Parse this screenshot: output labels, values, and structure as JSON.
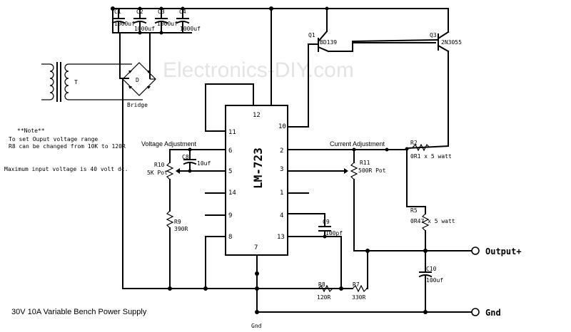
{
  "title": "30V 10A Variable Bench Power Supply",
  "watermark": "Electronics-DIY.com",
  "note": {
    "heading": "**Note**",
    "line1": "To set Ouput voltage range",
    "line2": "R8 can be changed from 10K to 120R",
    "line3": "Maximum input voltage is 40 volt dc."
  },
  "ic": {
    "name": "LM-723",
    "pins": {
      "p12": "12",
      "p11": "11",
      "p10": "10",
      "p6": "6",
      "p5": "5",
      "p14": "14",
      "p9": "9",
      "p8": "8",
      "p7": "7",
      "p2": "2",
      "p3": "3",
      "p1": "1",
      "p4": "4",
      "p13": "13"
    }
  },
  "components": {
    "c1": "C1",
    "c2": "C2",
    "c3": "C3",
    "c4": "C4",
    "c1_val": "1000uf",
    "c2_val": "1000uf",
    "c3_val": "1000uf",
    "c4_val": "1000uf",
    "transformer": "T",
    "bridge_d": "D",
    "bridge": "Bridge",
    "q1": "Q1",
    "q1_part": "BD139",
    "q3": "Q3",
    "q3_part": "2N3055",
    "voltage_adj": "Voltage Adjustment",
    "r10": "R10",
    "r10_val": "5K Pot",
    "c8": "C8",
    "c8_val": "10uf",
    "r9": "R9",
    "r9_val": "390R",
    "current_adj": "Current Adjustment",
    "r11": "R11",
    "r11_val": "500R Pot",
    "r2": "R2",
    "r2_val": "0R1 x 5 watt",
    "r5": "R5",
    "r5_val": "0R47 x 5 watt",
    "c9": "C9",
    "c9_val": "100pf",
    "c10": "C10",
    "c10_val": "100uf",
    "r8": "R8",
    "r8_val": "120R",
    "r7": "R7",
    "r7_val": "330R",
    "gnd": "Gnd"
  },
  "terminals": {
    "output": "Output+",
    "gnd": "Gnd"
  }
}
